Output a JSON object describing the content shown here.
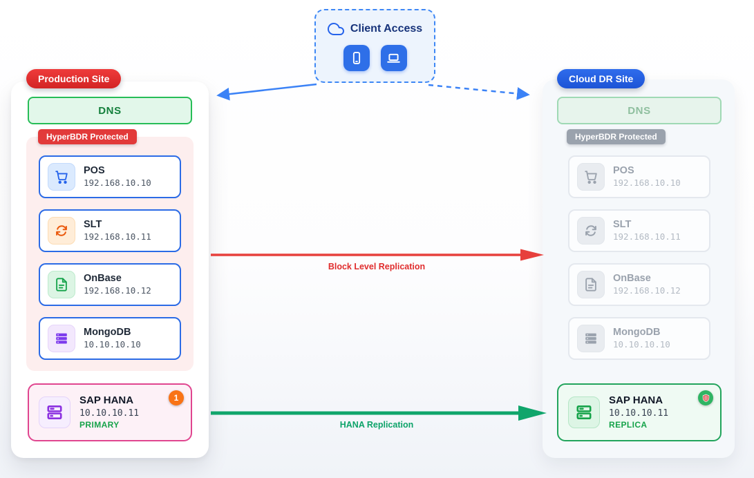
{
  "client_access": {
    "label": "Client Access"
  },
  "arrows": {
    "block_replication": {
      "label": "Block Level Replication",
      "color": "#e23c3c"
    },
    "hana_replication": {
      "label": "HANA Replication",
      "color": "#10a56b"
    }
  },
  "production_site": {
    "badge": "Production Site",
    "badge_color": "#dc2626",
    "dns_label": "DNS",
    "protected_badge": "HyperBDR Protected",
    "servers": [
      {
        "name": "POS",
        "ip": "192.168.10.10",
        "icon": "cart-icon",
        "color": "#2563eb"
      },
      {
        "name": "SLT",
        "ip": "192.168.10.11",
        "icon": "sync-icon",
        "color": "#ea580c"
      },
      {
        "name": "OnBase",
        "ip": "192.168.10.12",
        "icon": "document-icon",
        "color": "#16a34a"
      },
      {
        "name": "MongoDB",
        "ip": "10.10.10.10",
        "icon": "server-icon",
        "color": "#7c3aed"
      }
    ],
    "sap_hana": {
      "name": "SAP HANA",
      "ip": "10.10.10.11",
      "role": "PRIMARY",
      "badge": "1"
    }
  },
  "cloud_dr_site": {
    "badge": "Cloud DR Site",
    "badge_color": "#2563eb",
    "dns_label": "DNS",
    "protected_badge": "HyperBDR Protected",
    "servers": [
      {
        "name": "POS",
        "ip": "192.168.10.10",
        "icon": "cart-icon"
      },
      {
        "name": "SLT",
        "ip": "192.168.10.11",
        "icon": "sync-icon"
      },
      {
        "name": "OnBase",
        "ip": "192.168.10.12",
        "icon": "document-icon"
      },
      {
        "name": "MongoDB",
        "ip": "10.10.10.10",
        "icon": "server-icon"
      }
    ],
    "sap_hana": {
      "name": "SAP HANA",
      "ip": "10.10.10.11",
      "role": "REPLICA",
      "badge": "shield"
    }
  }
}
